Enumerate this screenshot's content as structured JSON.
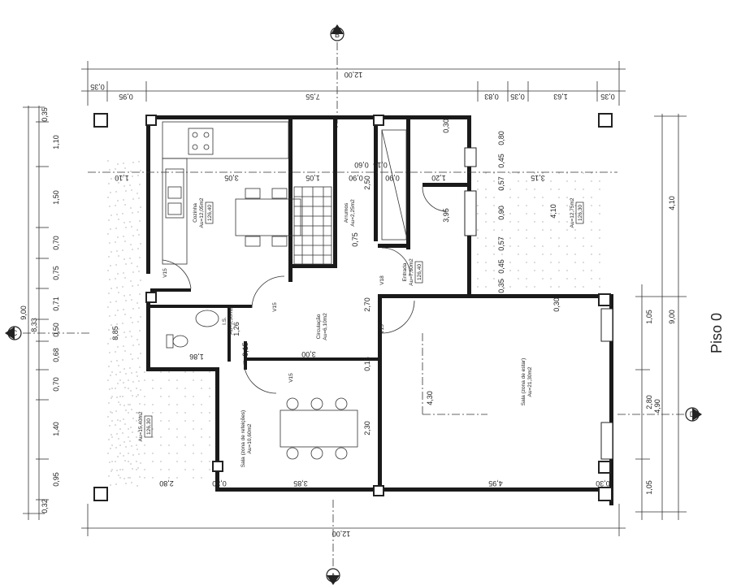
{
  "title": "Piso 0",
  "axis_markers": {
    "a": "A",
    "b": "B",
    "c": "C",
    "d": "D"
  },
  "dimensions": {
    "top_total": "12,00",
    "bottom_total": "12,00",
    "left_total": "9,00",
    "left_sub": "8,33",
    "right_total": "9,00",
    "right_top": "4,10",
    "right_sub": "4,90",
    "top_row": [
      "0,35",
      "0,95",
      "7,55",
      "0,83",
      "0,35",
      "1,63",
      "0,35"
    ],
    "left_row": [
      "0,35",
      "1,10",
      "1,50",
      "0,70",
      "0,75",
      "0,71",
      "0,50",
      "0,68",
      "0,70",
      "1,40",
      "0,95",
      "0,32"
    ],
    "right_row": [
      "1,05",
      "2,80",
      "1,05"
    ],
    "inner": [
      "1,10",
      "3,05",
      "1,05",
      "0,90",
      "0,90",
      "1,20",
      "3,15",
      "0,80",
      "0,45",
      "0,57",
      "0,90",
      "0,57",
      "0,45",
      "0,35",
      "0,30",
      "0,30",
      "0,15",
      "0,75",
      "3,95",
      "4,10",
      "2,50",
      "2,70",
      "8,85",
      "1,86",
      "1,26",
      "0,15",
      "3,00",
      "0,15",
      "2,30",
      "4,30",
      "2,80",
      "3,85",
      "0,30",
      "4,95",
      "0,30",
      "0,60"
    ]
  },
  "rooms": {
    "cozinha": {
      "name": "Cozinha",
      "area": "Au=12,05m2",
      "level": "126,40"
    },
    "arrumos": {
      "name": "Arrumos",
      "area": "Au=2,25m2"
    },
    "entrada": {
      "name": "Entrada",
      "area": "Au=7,60m2",
      "level": "126,40"
    },
    "circulacao": {
      "name": "Circulação",
      "area": "Au=6,10m2"
    },
    "is": {
      "name": "I.S.",
      "area": "Au=3,30m2"
    },
    "sala_estar": {
      "name": "Sala (zona de estar)",
      "area": "Au=21,30m2"
    },
    "sala_refeicoes": {
      "name": "Sala (zona de refeições)",
      "area": "Au=10,60m2"
    },
    "exterior_left": {
      "area": "Au=15,40m2",
      "level": "126,30"
    },
    "exterior_right": {
      "area": "Au=12,75m2",
      "level": "126,30"
    }
  },
  "door_labels": {
    "v15": "V15",
    "v18": "V18"
  }
}
